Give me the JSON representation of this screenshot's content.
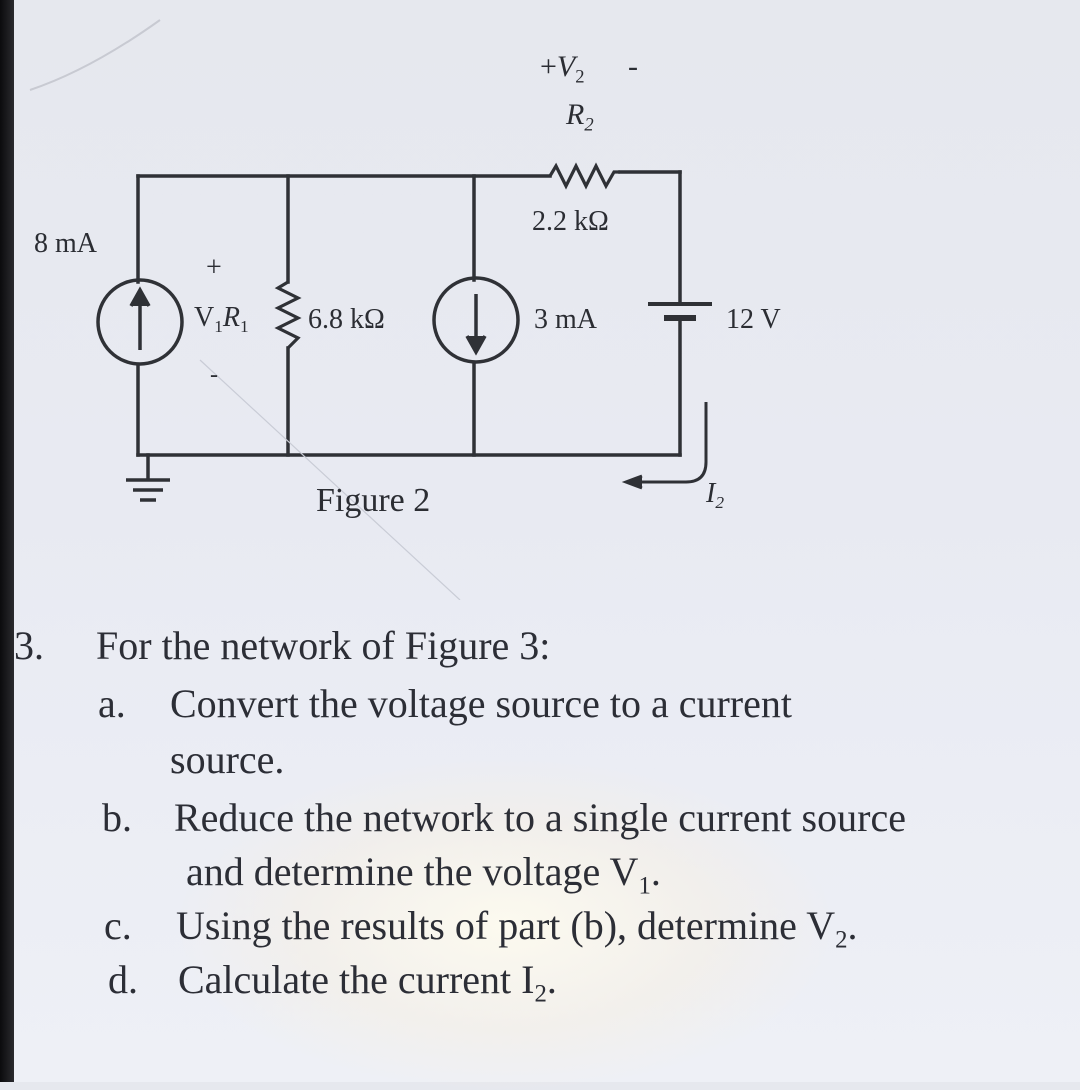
{
  "figure": {
    "caption": "Figure 2",
    "labels": {
      "source_left": "8 mA",
      "v1_plus": "+",
      "v1_minus": "-",
      "v1": "V",
      "v1_sub": "1",
      "r1": "R",
      "r1_sub": "1",
      "r1_value": "6.8 kΩ",
      "source_mid": "3 mA",
      "v2_plus": "+",
      "v2": "V",
      "v2_sub": "2",
      "v2_minus": "-",
      "r2": "R",
      "r2_sub": "2",
      "r2_value": "2.2 kΩ",
      "battery": "12 V",
      "i2": "I",
      "i2_sub": "2"
    }
  },
  "problem": {
    "number": "3.",
    "intro": "For the network of Figure 3:",
    "parts": [
      {
        "letter": "a.",
        "text_line1": "Convert the voltage source to a current",
        "text_line2": "source."
      },
      {
        "letter": "b.",
        "text_line1": "Reduce the network to a single current source",
        "text_line2_main": "and determine the voltage V",
        "text_line2_sub": "1",
        "text_line2_end": "."
      },
      {
        "letter": "c.",
        "text_main": "Using the results of part (b), determine V",
        "text_sub": "2",
        "text_end": "."
      },
      {
        "letter": "d.",
        "text_main": "Calculate the current I",
        "text_sub": "2",
        "text_end": "."
      }
    ]
  }
}
